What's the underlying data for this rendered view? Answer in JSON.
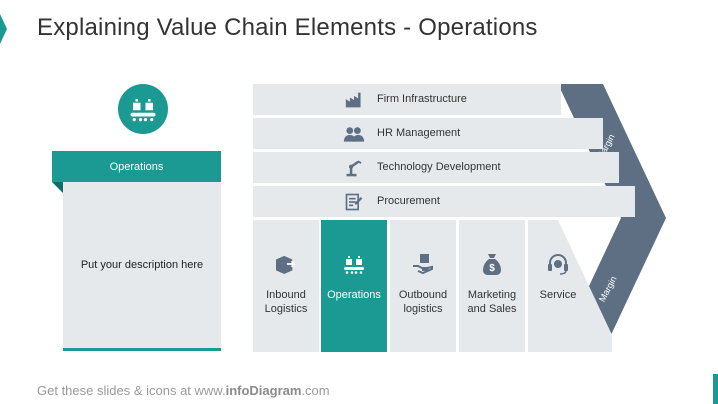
{
  "slide": {
    "title": "Explaining Value Chain Elements - Operations"
  },
  "card": {
    "icon": "conveyor-belt-icon",
    "tab_label": "Operations",
    "description": "Put your description here"
  },
  "support_activities": [
    {
      "label": "Firm Infrastructure",
      "icon": "factory-icon"
    },
    {
      "label": "HR Management",
      "icon": "people-icon"
    },
    {
      "label": "Technology Development",
      "icon": "robot-arm-icon"
    },
    {
      "label": "Procurement",
      "icon": "clipboard-icon"
    }
  ],
  "primary_activities": [
    {
      "label": "Inbound Logistics",
      "icon": "inbound-box-icon",
      "active": false
    },
    {
      "label": "Operations",
      "icon": "conveyor-belt-icon",
      "active": true
    },
    {
      "label": "Outbound logistics",
      "icon": "hand-box-icon",
      "active": false
    },
    {
      "label": "Marketing and Sales",
      "icon": "money-bag-icon",
      "active": false
    },
    {
      "label": "Service",
      "icon": "headset-icon",
      "active": false
    }
  ],
  "margin": {
    "top_label": "Margin",
    "bottom_label": "Margin"
  },
  "footer": {
    "prefix": "Get these slides & icons at www.",
    "brand": "infoDiagram",
    "suffix": ".com"
  },
  "colors": {
    "accent": "#1b9a94",
    "chevron": "#5e6f83",
    "box": "#e6e9ec",
    "icon": "#5e6f83"
  }
}
